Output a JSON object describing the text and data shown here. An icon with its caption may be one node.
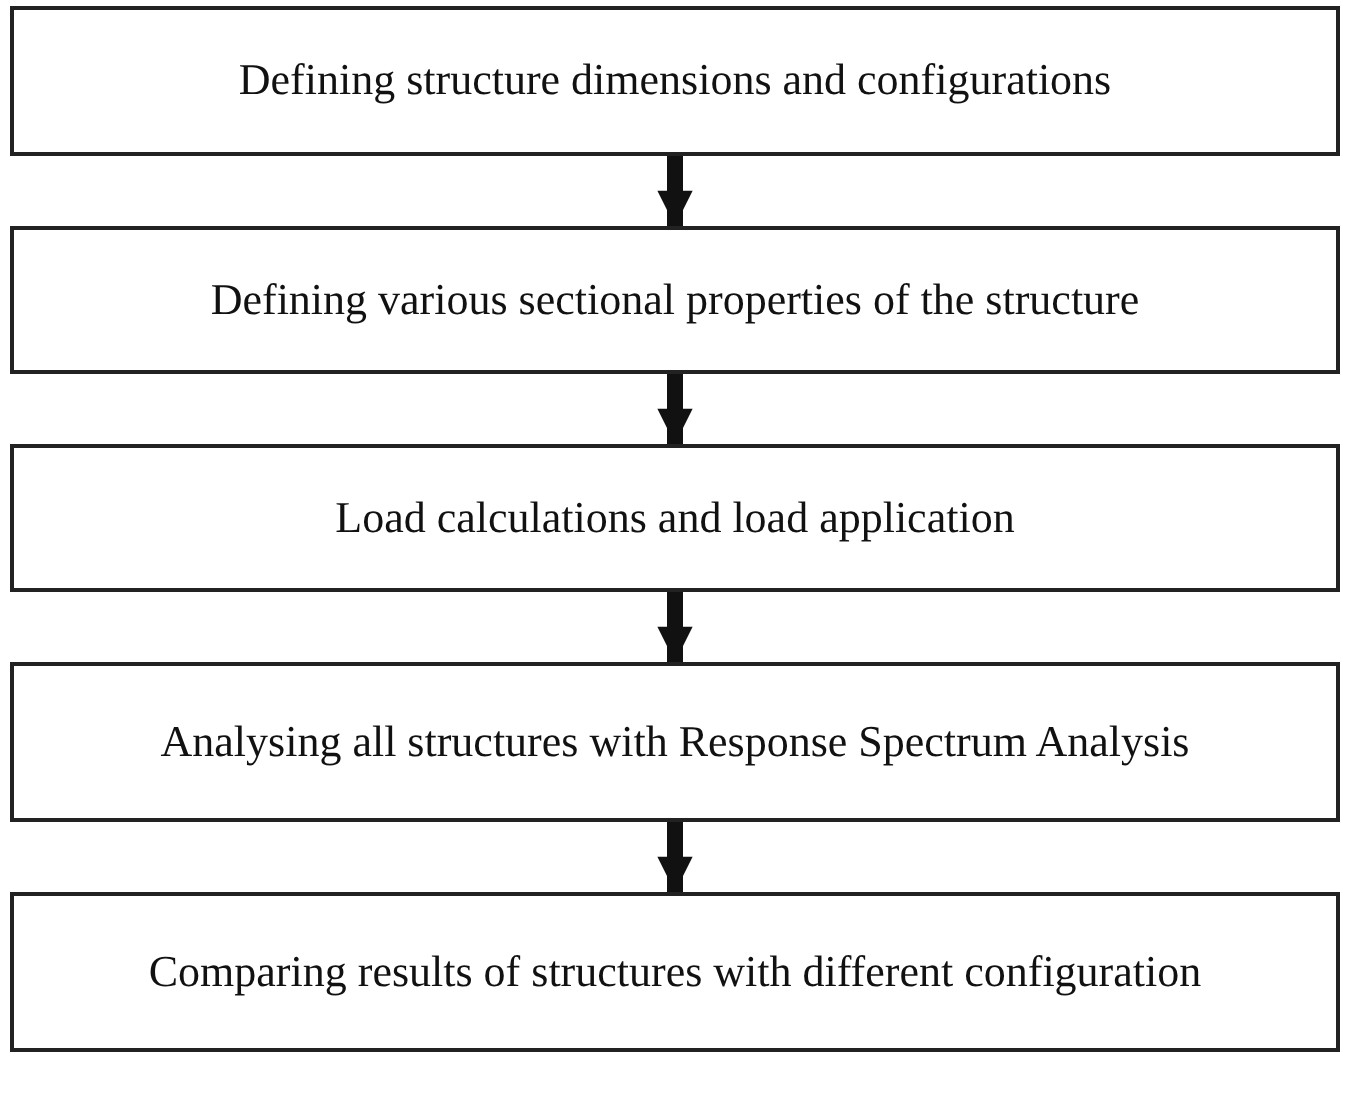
{
  "diagram": {
    "nodes": [
      {
        "text": [
          "Defining structure dimensions and configurations"
        ]
      },
      {
        "text": [
          "Defining various sectional properties of the structure"
        ]
      },
      {
        "text": [
          "Load calculations and load application"
        ]
      },
      {
        "text": [
          "Analysing all structures with Response Spectrum Analysis"
        ]
      },
      {
        "text": [
          "Comparing results of structures with different configuration"
        ]
      }
    ],
    "edges": [
      {
        "from": 0,
        "to": 1,
        "arrow": "to"
      },
      {
        "from": 1,
        "to": 2,
        "arrow": "to"
      },
      {
        "from": 2,
        "to": 3,
        "arrow": "to"
      },
      {
        "from": 3,
        "to": 4,
        "arrow": "to"
      }
    ]
  }
}
